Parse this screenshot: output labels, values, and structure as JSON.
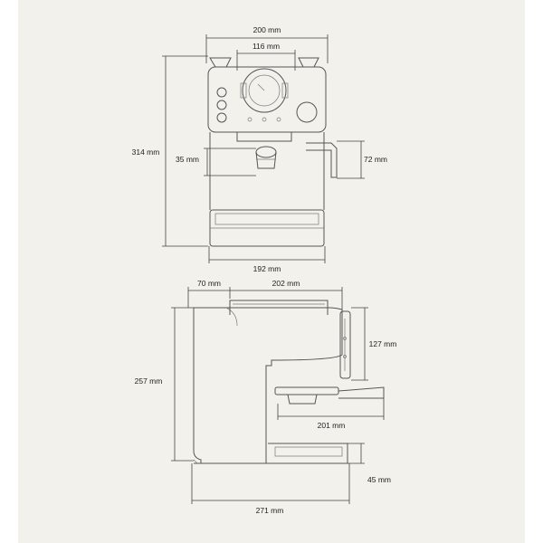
{
  "front_view": {
    "width_top": "200 mm",
    "width_panel": "116 mm",
    "height_total": "314 mm",
    "spout_height": "35 mm",
    "steam_wand_height": "72 mm",
    "width_base": "192 mm"
  },
  "side_view": {
    "depth_back": "70 mm",
    "depth_top": "202 mm",
    "height_total": "257 mm",
    "panel_height": "127 mm",
    "portafilter_length": "201 mm",
    "tray_height": "45 mm",
    "depth_total": "271 mm"
  },
  "colors": {
    "background": "#f3f1ec",
    "line": "#444444"
  }
}
